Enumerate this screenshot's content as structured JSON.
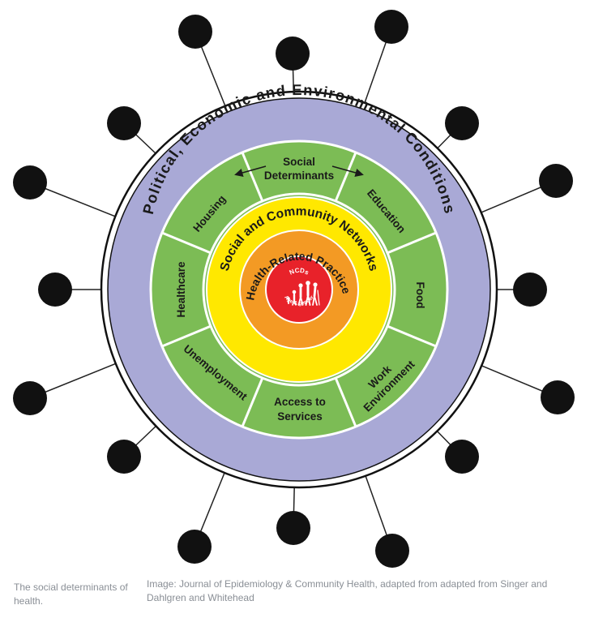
{
  "diagram": {
    "outer_ring": {
      "label": "Political, Economic and Environmental Conditions",
      "color": "#a9a9d6"
    },
    "green_ring": {
      "color": "#7cbc55",
      "header": {
        "line1": "Social",
        "line2": "Determinants"
      },
      "segments": [
        {
          "lines": [
            "Housing"
          ]
        },
        {
          "lines": [
            "Education"
          ]
        },
        {
          "lines": [
            "Food"
          ]
        },
        {
          "lines": [
            "Work",
            "Environment"
          ]
        },
        {
          "lines": [
            "Access to",
            "Services"
          ]
        },
        {
          "lines": [
            "Unemployment"
          ]
        },
        {
          "lines": [
            "Healthcare"
          ]
        }
      ]
    },
    "yellow_ring": {
      "label": "Social and Community Networks",
      "color": "#ffe800"
    },
    "orange_ring": {
      "label": "Health-Related Practices",
      "color": "#f39a24"
    },
    "core": {
      "top": "NCDs",
      "bottom": "Age & gender",
      "color": "#e8222a"
    },
    "node_color": "#111111"
  },
  "caption": {
    "left": "The social determinants of health.",
    "right": "Image: Journal of Epidemiology & Community Health, adapted from adapted from Singer and Dahlgren and Whitehead"
  }
}
